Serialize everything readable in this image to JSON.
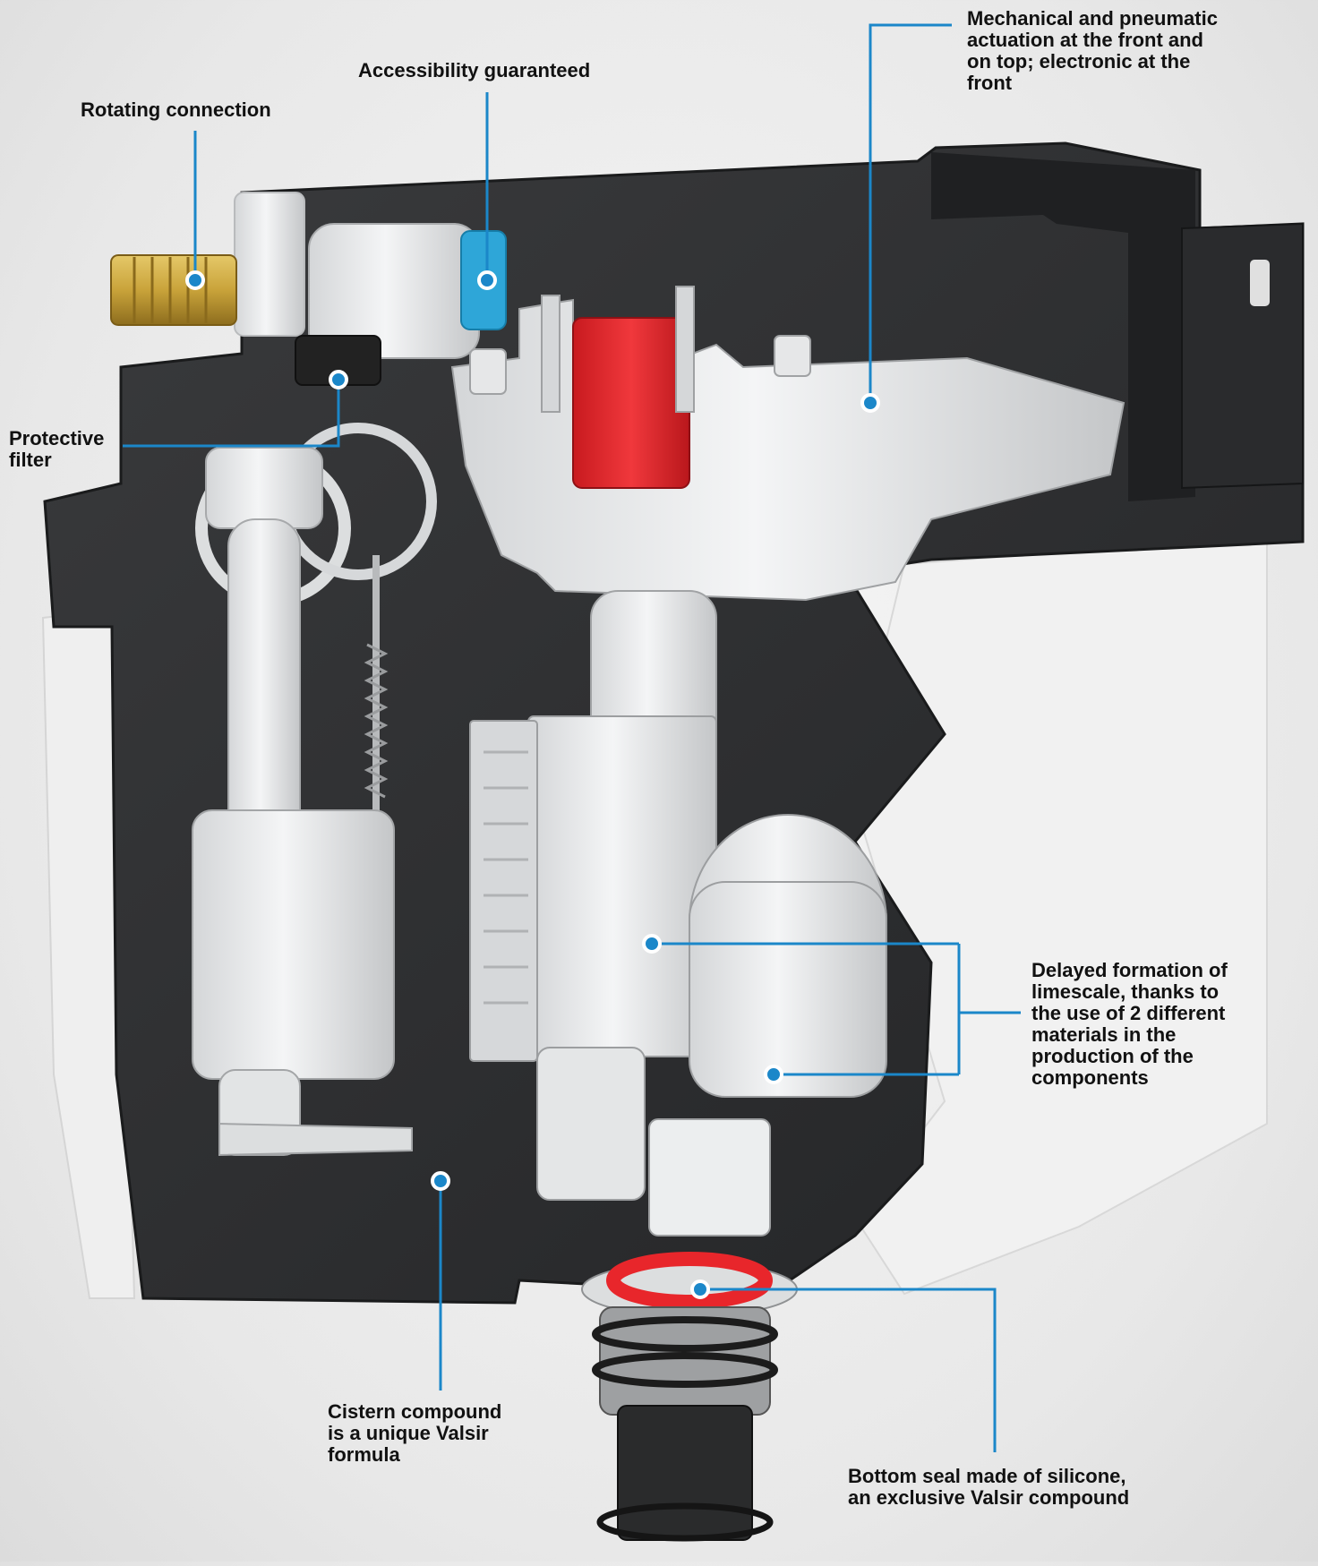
{
  "colors": {
    "callout": "#1b87c9",
    "shell": "#2d2e30",
    "shell_dark": "#1f2022",
    "insulation": "#f1f1f1",
    "component": "#e9eaeb",
    "component_shade": "#c9cbcd",
    "red_part": "#e8262b",
    "blue_part": "#2ea6d8",
    "brass": "#c9a33a"
  },
  "labels": {
    "rotating": [
      "Rotating connection"
    ],
    "accessibility": [
      "Accessibility guaranteed"
    ],
    "actuation": [
      "Mechanical and pneumatic",
      "actuation at the front and",
      "on top; electronic at the",
      "front"
    ],
    "filter": [
      "Protective",
      "filter"
    ],
    "limescale": [
      "Delayed formation of",
      "limescale, thanks to",
      "the use of 2 different",
      "materials in the",
      "production of the",
      "components"
    ],
    "compound": [
      "Cistern compound",
      "is a unique Valsir",
      "formula"
    ],
    "seal": [
      "Bottom seal made of silicone,",
      "an exclusive Valsir compound"
    ]
  }
}
